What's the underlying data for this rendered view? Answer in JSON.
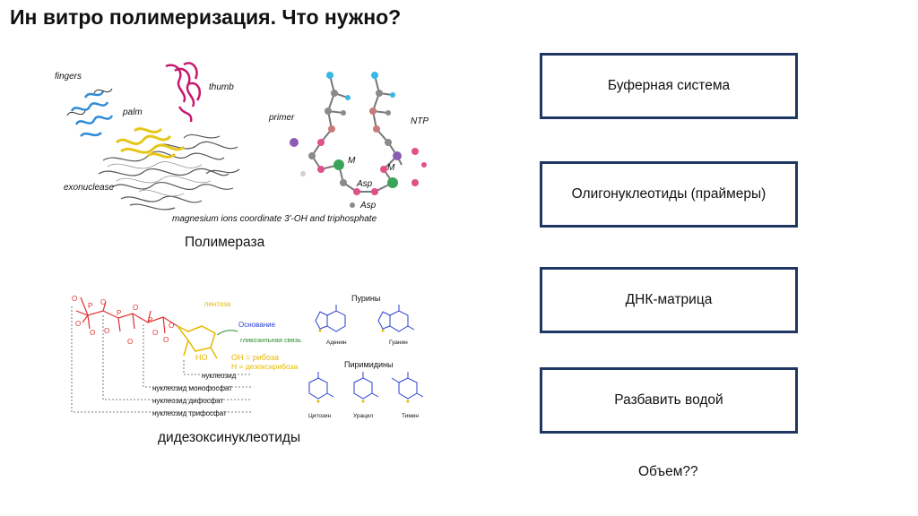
{
  "slide": {
    "title": "Ин витро полимеризация. Что нужно?",
    "polymerase_caption": "Полимераза",
    "nucleotides_caption": "дидезоксинуклеотиды",
    "volume_note": "Объем??",
    "boxes": [
      {
        "label": "Буферная система"
      },
      {
        "label": "Олигонуклеотиды (праймеры)"
      },
      {
        "label": "ДНК-матрица"
      },
      {
        "label": "Разбавить водой"
      }
    ]
  },
  "protein_figure": {
    "fingers": "fingers",
    "thumb": "thumb",
    "palm": "palm",
    "exonuclease": "exonuclease"
  },
  "active_site_figure": {
    "primer": "primer",
    "ntp": "NTP",
    "metal": "M",
    "asp1": "Asp",
    "asp2": "Asp",
    "caption": "magnesium ions coordinate 3'-OH and triphosphate"
  },
  "nucleotide_figure": {
    "pentose": "пентоза",
    "base": "Основание",
    "glycosidic": "гликозильная связь",
    "ribose": "OH = рибоза",
    "deoxyribose": "H = дезоксирибоза",
    "ho": "HO",
    "nucleoside": "нуклеозид",
    "monophosphate": "нуклеозид монофосфат",
    "diphosphate": "нуклеозид дифосфат",
    "triphosphate": "нуклеозид трифосфат",
    "purines_title": "Пурины",
    "pyrimidines_title": "Пиримидины",
    "adenine": "Аденин",
    "guanine": "Гуанин",
    "cytosine": "Цитозин",
    "uracil": "Урацил",
    "thymine": "Тимин"
  },
  "colors": {
    "box_border": "#1f3763",
    "fingers": "#2e8bd6",
    "thumb": "#c8196e",
    "palm": "#e6c619",
    "phosphate": "#e03030",
    "sugar": "#e6b800",
    "base_label": "#2a3fd0",
    "bond_label": "#2a8a2a"
  }
}
